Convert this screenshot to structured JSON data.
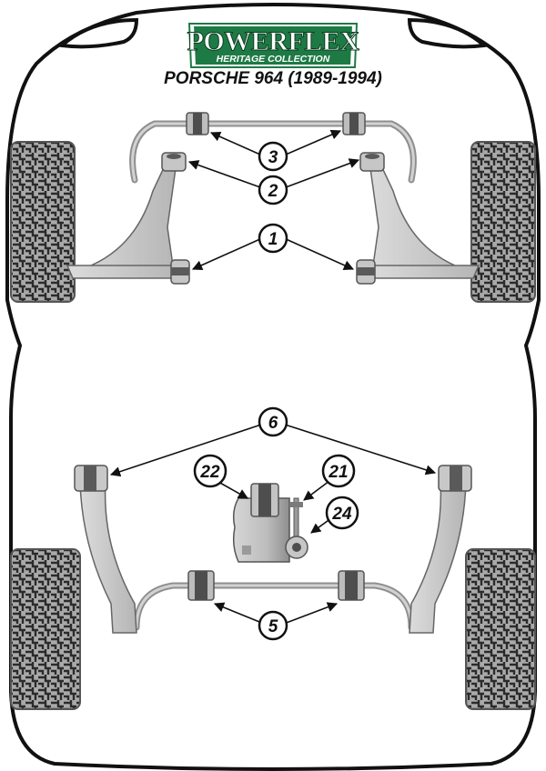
{
  "logo": {
    "brand": "POWERFLEX",
    "tagline": "HERITAGE COLLECTION"
  },
  "title": "PORSCHE 964 (1989-1994)",
  "callouts": {
    "c1": "1",
    "c2": "2",
    "c3": "3",
    "c5": "5",
    "c6": "6",
    "c21": "21",
    "c22": "22",
    "c24": "24"
  },
  "colors": {
    "car_outline": "#111111",
    "tyre": "#a9a9a9",
    "tyre_tread": "#2b2b2b",
    "arm_fill": "#c8c8c8",
    "bush_fill": "#b9b9b9",
    "logo_green": "#1e7a45"
  }
}
